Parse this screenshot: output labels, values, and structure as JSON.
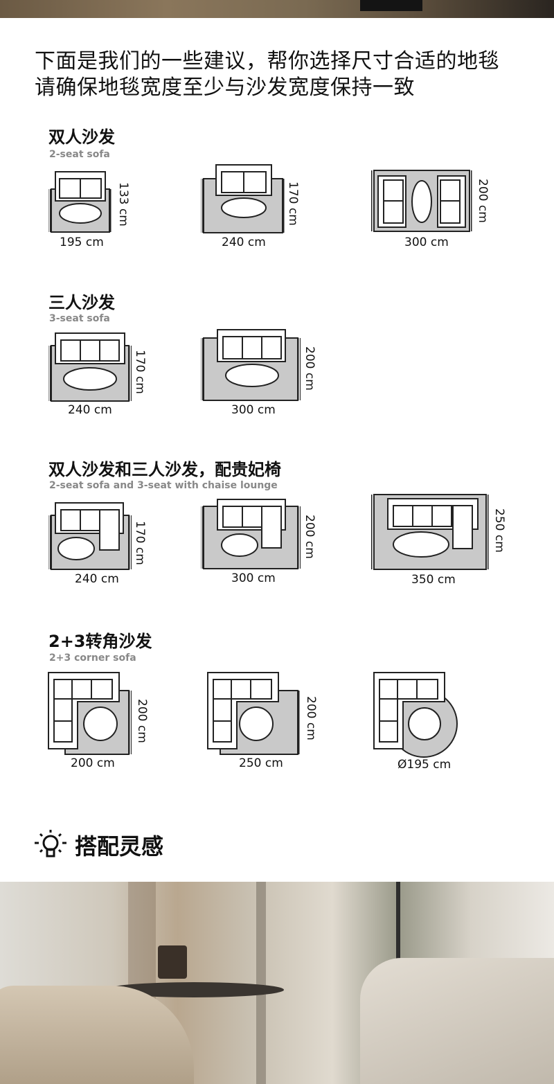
{
  "intro": {
    "line1": "下面是我们的一些建议，帮你选择尺寸合适的地毯",
    "line2": "请确保地毯宽度至少与沙发宽度保持一致"
  },
  "sections": [
    {
      "title": "双人沙发",
      "subtitle": "2-seat sofa",
      "diagrams": [
        {
          "width": "195 cm",
          "depth": "133 cm"
        },
        {
          "width": "240 cm",
          "depth": "170 cm"
        },
        {
          "width": "300 cm",
          "depth": "200 cm"
        }
      ]
    },
    {
      "title": "三人沙发",
      "subtitle": "3-seat sofa",
      "diagrams": [
        {
          "width": "240 cm",
          "depth": "170 cm"
        },
        {
          "width": "300 cm",
          "depth": "200 cm"
        }
      ]
    },
    {
      "title": "双人沙发和三人沙发，配贵妃椅",
      "subtitle": "2-seat sofa and 3-seat with chaise lounge",
      "diagrams": [
        {
          "width": "240 cm",
          "depth": "170 cm"
        },
        {
          "width": "300 cm",
          "depth": "200 cm"
        },
        {
          "width": "350 cm",
          "depth": "250 cm"
        }
      ]
    },
    {
      "title": "2+3转角沙发",
      "subtitle": "2+3 corner sofa",
      "diagrams": [
        {
          "width": "200 cm",
          "depth": "200 cm"
        },
        {
          "width": "250 cm",
          "depth": "200 cm"
        },
        {
          "width": "Ø195 cm"
        }
      ]
    }
  ],
  "inspiration": {
    "icon": "lightbulb-icon",
    "label": "搭配灵感"
  }
}
